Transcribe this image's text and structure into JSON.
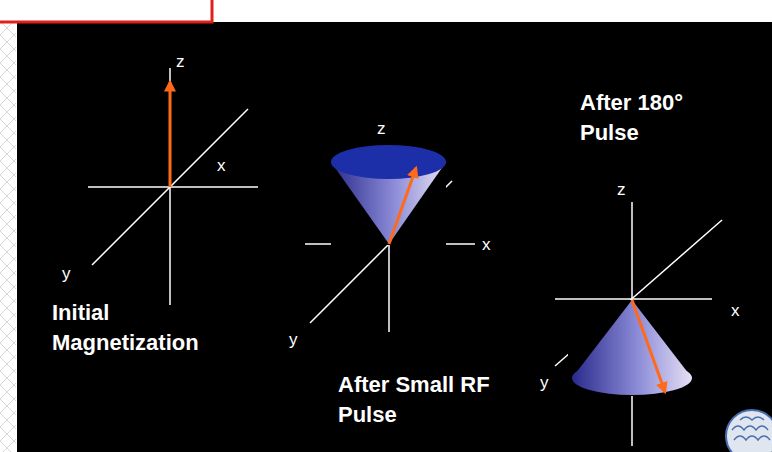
{
  "diagram": {
    "labels": [
      "z",
      "x",
      "y",
      "Initial Magnetization",
      "z",
      "x",
      "y",
      "After Small RF Pulse",
      "After 180° Pulse",
      "z",
      "x",
      "y"
    ]
  }
}
